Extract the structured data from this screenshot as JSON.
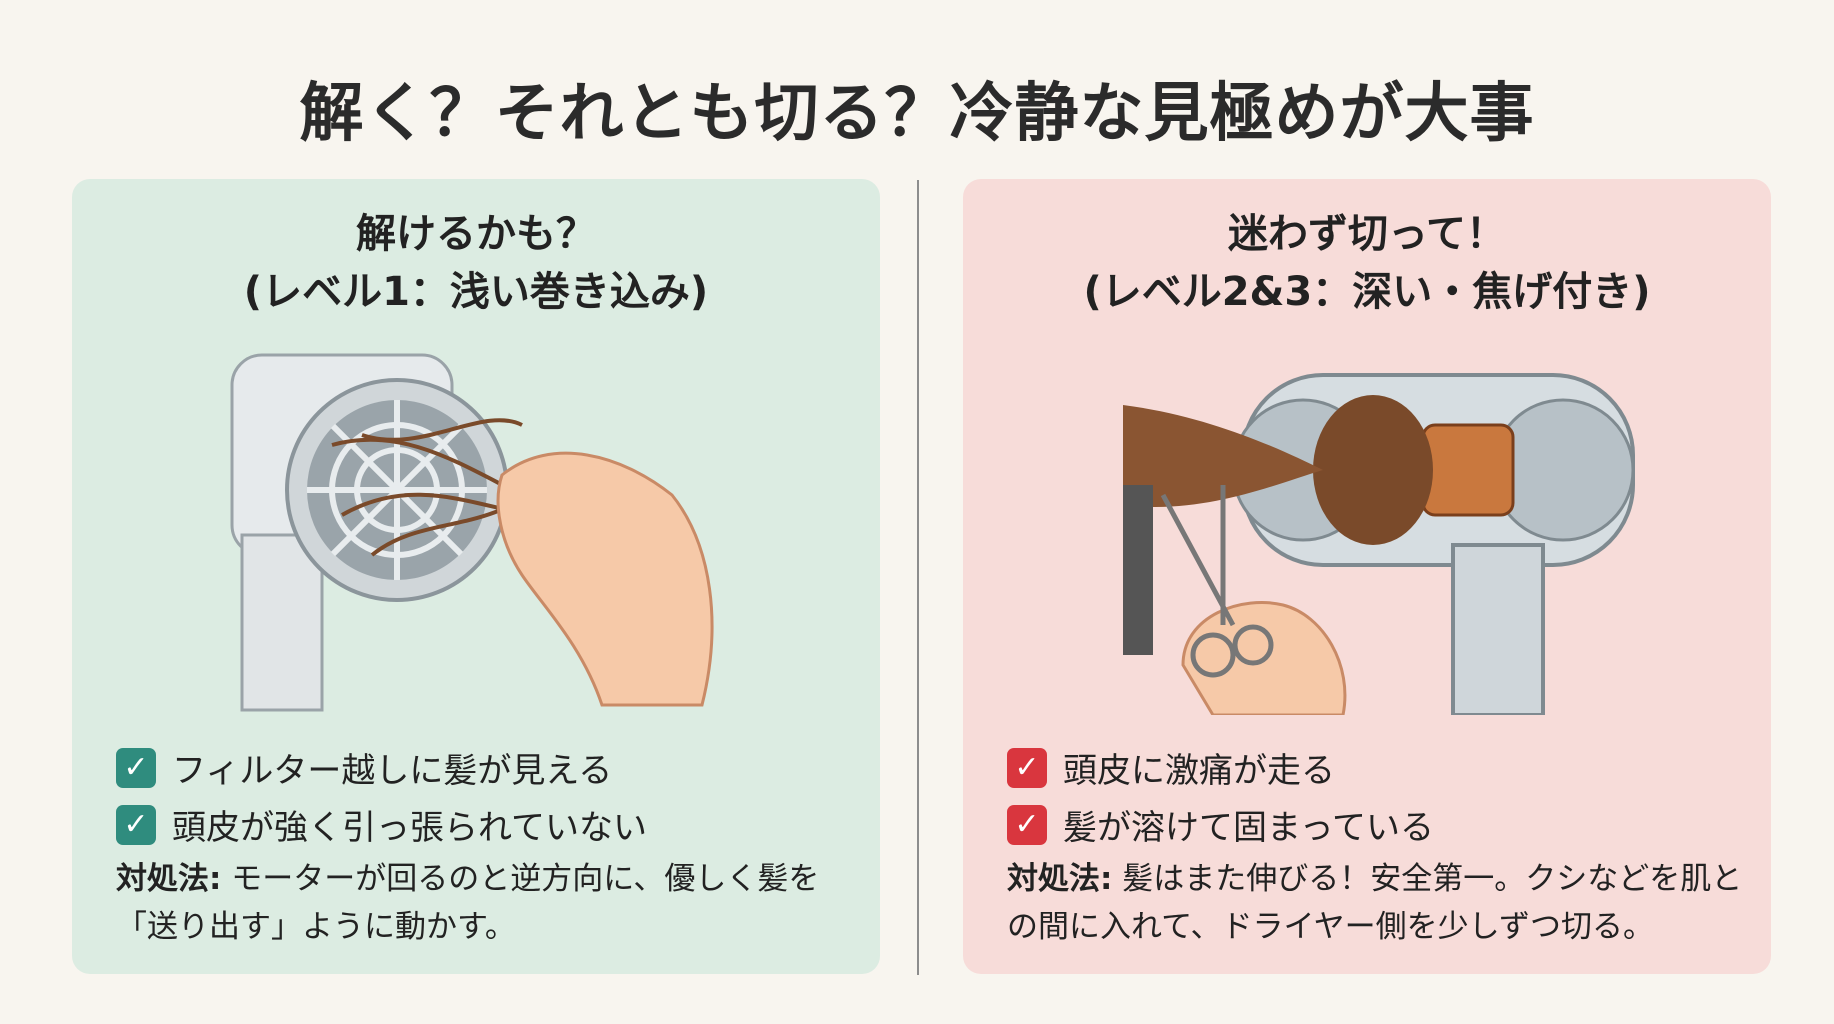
{
  "title": "解く？それとも切る？冷静な見極めが大事",
  "left": {
    "heading_line1": "解けるかも？",
    "heading_line2": "(レベル1：浅い巻き込み)",
    "checklist": [
      "フィルター越しに髪が見える",
      "頭皮が強く引っ張られていない"
    ],
    "remedy_label": "対処法:",
    "remedy_text": "モーターが回るのと逆方向に、優しく髪を「送り出す」ように動かす。",
    "accent": "#2f8c7e"
  },
  "right": {
    "heading_line1": "迷わず切って！",
    "heading_line2": "(レベル2&3：深い・焦げ付き)",
    "checklist": [
      "頭皮に激痛が走る",
      "髪が溶けて固まっている"
    ],
    "remedy_label": "対処法:",
    "remedy_text": "髪はまた伸びる！安全第一。クシなどを肌との間に入れて、ドライヤー側を少しずつ切る。",
    "accent": "#d9363e"
  },
  "icons": {
    "check": "checkmark-icon",
    "left_illustration": "hair-dryer-untangle-illustration",
    "right_illustration": "hair-dryer-cut-illustration"
  }
}
